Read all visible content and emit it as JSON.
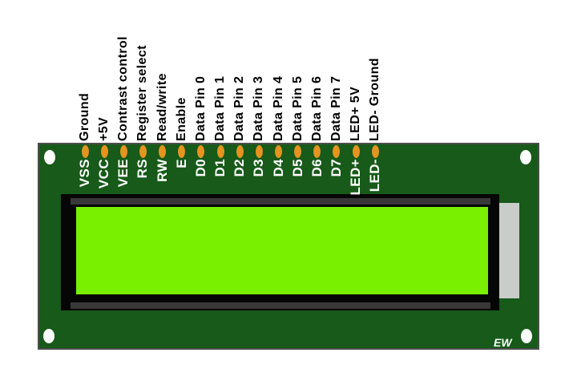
{
  "colors": {
    "background": "#ffffff",
    "pcb": "#175a19",
    "board_border": "#4d4d4d",
    "pin": "#e5941f",
    "bezel": "#060606",
    "strip": "#383838",
    "screen": "#79f000",
    "connector": "#c9cdc9",
    "label_top": "#000000",
    "label_board": "#ffffff"
  },
  "board": {
    "logo": "EW"
  },
  "pins": [
    {
      "label": "VSS",
      "description": "Ground"
    },
    {
      "label": "VCC",
      "description": "+5V"
    },
    {
      "label": "VEE",
      "description": "Contrast control"
    },
    {
      "label": "RS",
      "description": "Register select"
    },
    {
      "label": "RW",
      "description": "Read/write"
    },
    {
      "label": "E",
      "description": "Enable"
    },
    {
      "label": "D0",
      "description": "Data Pin 0"
    },
    {
      "label": "D1",
      "description": "Data Pin 1"
    },
    {
      "label": "D2",
      "description": "Data Pin 2"
    },
    {
      "label": "D3",
      "description": "Data Pin 3"
    },
    {
      "label": "D4",
      "description": "Data Pin 4"
    },
    {
      "label": "D5",
      "description": "Data Pin 5"
    },
    {
      "label": "D6",
      "description": "Data Pin 6"
    },
    {
      "label": "D7",
      "description": "Data Pin 7"
    },
    {
      "label": "LED+",
      "description": "LED+ 5V"
    },
    {
      "label": "LED-",
      "description": "LED- Ground"
    }
  ]
}
